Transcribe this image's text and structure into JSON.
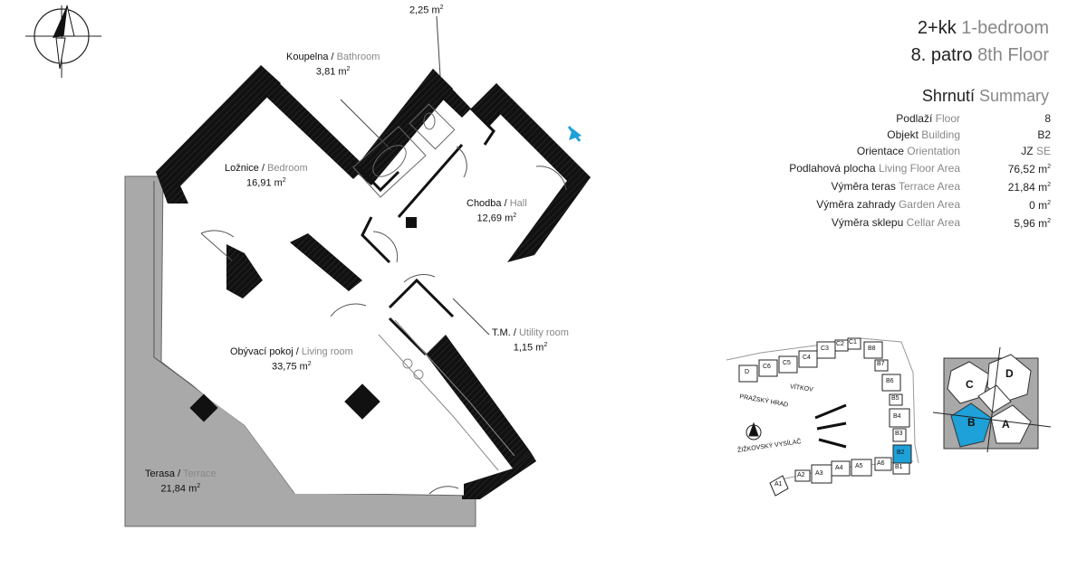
{
  "header": {
    "layout_code": "2+kk",
    "layout_en": "1-bedroom",
    "floor_cz": "8. patro",
    "floor_en": "8th Floor"
  },
  "summary": {
    "title_cz": "Shrnutí",
    "title_en": "Summary",
    "rows": [
      {
        "label_cz": "Podlaží",
        "label_en": "Floor",
        "value": "8",
        "value_en": "",
        "unit": ""
      },
      {
        "label_cz": "Objekt",
        "label_en": "Building",
        "value": "B2",
        "value_en": "",
        "unit": ""
      },
      {
        "label_cz": "Orientace",
        "label_en": "Orientation",
        "value": "JZ",
        "value_en": "SE",
        "unit": ""
      },
      {
        "label_cz": "Podlahová plocha",
        "label_en": "Living Floor Area",
        "value": "76,52 m",
        "value_en": "",
        "unit": "2"
      },
      {
        "label_cz": "Výměra teras",
        "label_en": "Terrace Area",
        "value": "21,84 m",
        "value_en": "",
        "unit": "2"
      },
      {
        "label_cz": "Výměra zahrady",
        "label_en": "Garden Area",
        "value": "0 m",
        "value_en": "",
        "unit": "2"
      },
      {
        "label_cz": "Výměra sklepu",
        "label_en": "Cellar Area",
        "value": "5,96 m",
        "value_en": "",
        "unit": "2"
      }
    ]
  },
  "rooms": {
    "balcony": {
      "cz": "",
      "en": "",
      "area": "2,25 m",
      "unit": "2"
    },
    "bathroom": {
      "cz": "Koupelna /",
      "en": "Bathroom",
      "area": "3,81 m",
      "unit": "2"
    },
    "bedroom": {
      "cz": "Ložnice /",
      "en": "Bedroom",
      "area": "16,91 m",
      "unit": "2"
    },
    "hall": {
      "cz": "Chodba /",
      "en": "Hall",
      "area": "12,69 m",
      "unit": "2"
    },
    "utility": {
      "cz": "T.M. /",
      "en": "Utility room",
      "area": "1,15 m",
      "unit": "2"
    },
    "living": {
      "cz": "Obývací pokoj /",
      "en": "Living room",
      "area": "33,75 m",
      "unit": "2"
    },
    "terrace": {
      "cz": "Terasa /",
      "en": "Terrace",
      "area": "21,84 m",
      "unit": "2"
    }
  },
  "site_map": {
    "units": [
      "D",
      "C6",
      "C5",
      "C4",
      "C3",
      "C2",
      "C1",
      "B8",
      "B7",
      "B6",
      "B5",
      "B4",
      "B3",
      "B2",
      "B1",
      "A6",
      "A5",
      "A4",
      "A3",
      "A2",
      "A1"
    ],
    "highlight": "B2",
    "highlight_color": "#1ea0d8",
    "labels": [
      "VÍTKOV",
      "PRAŽSKÝ HRAD",
      "ŽIŽKOVSKÝ VYSÍLAČ"
    ]
  },
  "key_plan": {
    "buildings": [
      "A",
      "B",
      "C",
      "D"
    ],
    "highlight": "B",
    "highlight_color": "#1ea0d8"
  },
  "colors": {
    "wall": "#111111",
    "terrace": "#a9a9a9",
    "entrance_marker": "#1ea0d8"
  },
  "icons": [
    "north-arrow-icon",
    "entrance-marker-icon",
    "compass-icon"
  ]
}
